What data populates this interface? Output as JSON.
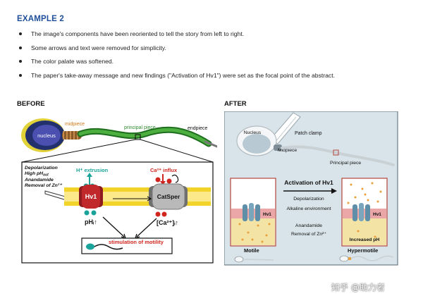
{
  "heading": "EXAMPLE 2",
  "bullets": [
    "The image's components have been reoriented to tell the story from left to right.",
    "Some arrows and text were removed for simplicity.",
    "The color palate was softened.",
    "The paper's take-away message and new findings (\"Activation of Hv1\") were set as the focal point of the abstract."
  ],
  "before": {
    "label": "BEFORE",
    "midpiece": "midpiece",
    "principal_piece": "principal piece",
    "endpiece": "endpiece",
    "nucleus": "nucleus",
    "conditions": [
      "Depolarization",
      "High pH",
      "Anandamide",
      "Removal of Zn²⁺"
    ],
    "ph_out_sub": "out",
    "h_extrusion": "H⁺ extrusion",
    "ca_influx": "Ca²⁺ influx",
    "hv1": "Hv1",
    "catsper": "CatSper",
    "phi": "pHᵢ↑",
    "cai": "[Ca²⁺]ᵢ↑",
    "motility": "stimulation of motility",
    "colors": {
      "hv1": "#c0282b",
      "membrane": "#f2d32a",
      "tail": "#2e8b2e",
      "teal": "#1aa39a"
    }
  },
  "after": {
    "label": "AFTER",
    "nucleus": "Nucleus",
    "patch_clamp": "Patch clamp",
    "midpiece": "Midpiece",
    "principal_piece": "Principal piece",
    "activation": "Activation of Hv1",
    "conditions": [
      "Depolarization",
      "Alkaline environment",
      "Anandamide",
      "Removal of Zn²⁺"
    ],
    "hv1_left": "Hv1",
    "hv1_right": "Hv1",
    "increased_ph": "Increased pH",
    "motile": "Motile",
    "hypermotile": "Hypermotile",
    "colors": {
      "panel_bg": "#d9e4ea",
      "membrane": "#eba6a8",
      "inner": "#f3e4a6",
      "channel": "#5f8fa8"
    }
  },
  "watermark": "知乎 @助力者"
}
